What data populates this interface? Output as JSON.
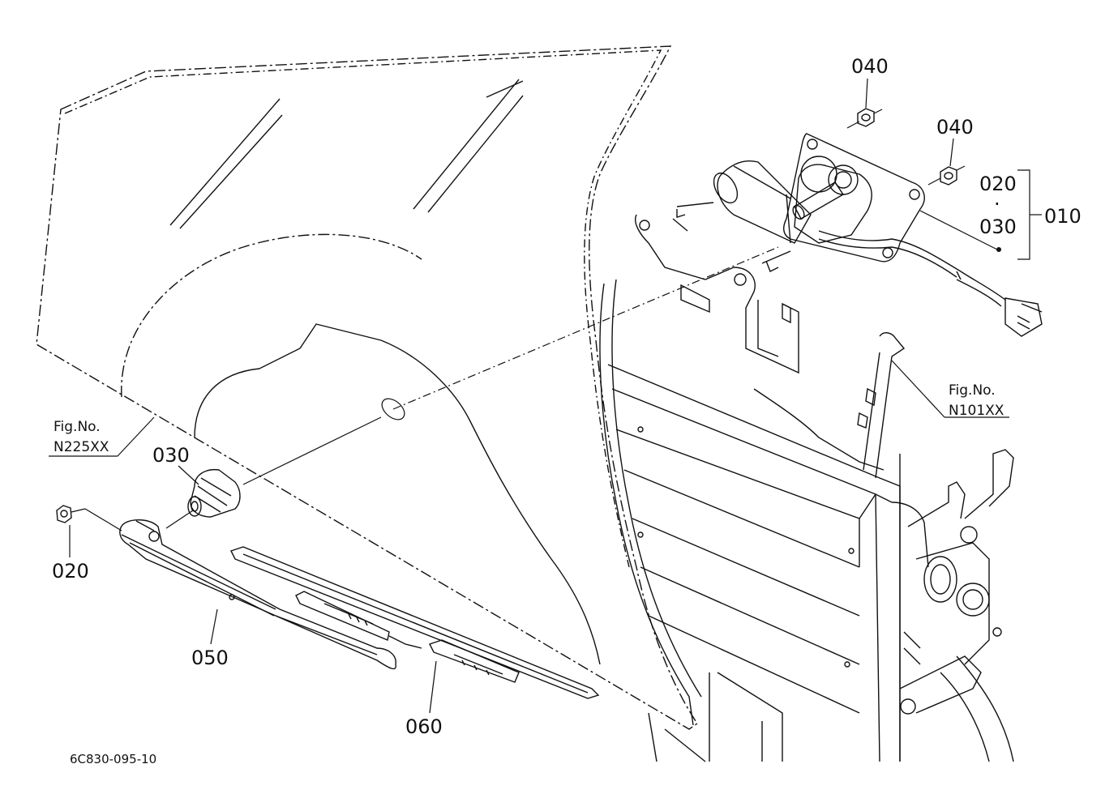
{
  "diagram": {
    "colors": {
      "line": "#111111",
      "background": "#ffffff"
    },
    "part_labels": {
      "p040_top": "040",
      "p040_right": "040",
      "p020_right": "020",
      "p_dot": "·",
      "p030_right": "030",
      "p010": "010",
      "p030_left": "030",
      "p020_left": "020",
      "p050": "050",
      "p060": "060"
    },
    "figure_refs": {
      "left": {
        "line1": "Fig.No.",
        "line2": "N225XX"
      },
      "right": {
        "line1": "Fig.No.",
        "line2": "N101XX"
      }
    },
    "drawing_code": "6C830-095-10"
  }
}
